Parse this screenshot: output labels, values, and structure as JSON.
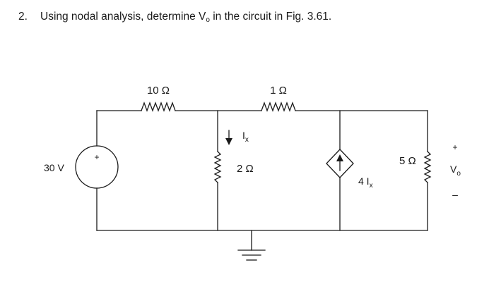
{
  "problem": {
    "number": "2.",
    "text_before_sub": "Using nodal analysis, determine V",
    "text_sub": "o",
    "text_after_sub": " in the circuit in Fig. 3.61."
  },
  "circuit": {
    "source_label": "30 V",
    "source_plus": "+",
    "r10_label": "10 Ω",
    "r1_label": "1 Ω",
    "r2_label": "2 Ω",
    "r5_label": "5 Ω",
    "ix_main": "I",
    "ix_sub": "x",
    "dep_coeff": "4 I",
    "dep_sub": "x",
    "vo_plus": "+",
    "vo_main": "V",
    "vo_sub": "o",
    "vo_minus": "–"
  }
}
